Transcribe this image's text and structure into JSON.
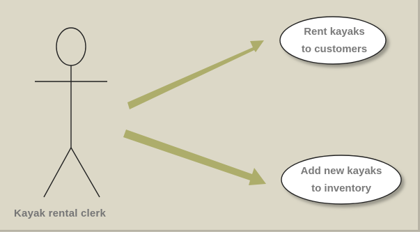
{
  "diagram": {
    "actor": {
      "label": "Kayak rental clerk"
    },
    "use_cases": [
      {
        "line1": "Rent kayaks",
        "line2": "to customers"
      },
      {
        "line1": "Add new kayaks",
        "line2": "to inventory"
      }
    ]
  },
  "colors": {
    "background": "#dcd8c7",
    "arrow": "#adad6b",
    "stroke": "#222222",
    "ellipse_fill": "#ffffff",
    "label_text": "#767676"
  }
}
